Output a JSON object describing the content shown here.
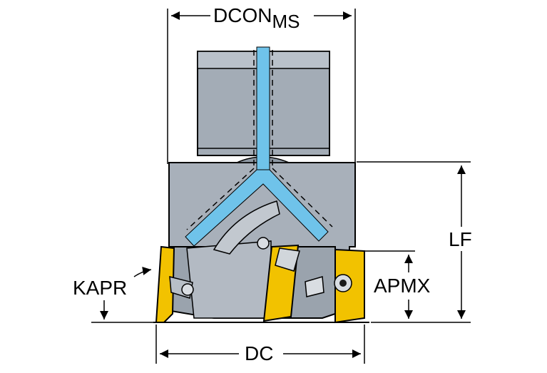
{
  "labels": {
    "dcon": "DCON",
    "dcon_sub": "MS",
    "dc": "DC",
    "lf": "LF",
    "apmx": "APMX",
    "kapr": "KAPR"
  },
  "colors": {
    "shank": "#a3acb6",
    "body": "#a8b0ba",
    "body_dark": "#7f8994",
    "coolant": "#6fc3ea",
    "insert": "#f2c200",
    "outline": "#000000"
  }
}
